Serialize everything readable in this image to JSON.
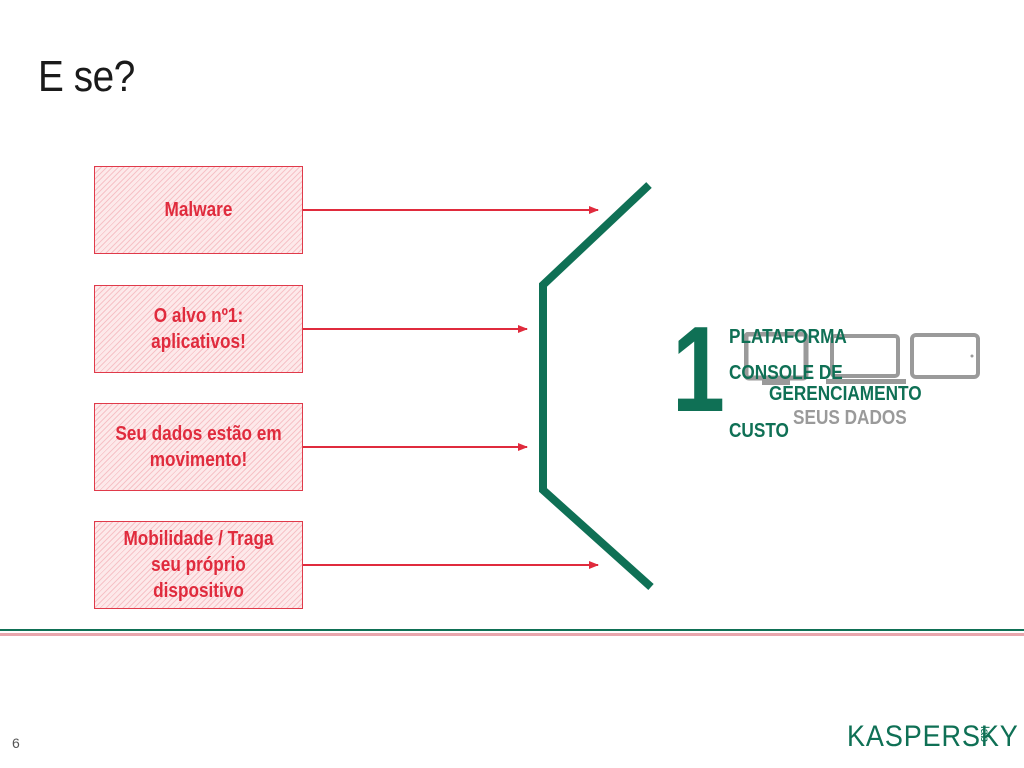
{
  "slide": {
    "title": "E se?",
    "page_number": "6"
  },
  "issues": [
    {
      "label": "Malware"
    },
    {
      "label": "O alvo nº1: aplicativos!"
    },
    {
      "label": "Seu dados estão em movimento!"
    },
    {
      "label": "Mobilidade / Traga seu próprio dispositivo"
    }
  ],
  "solution": {
    "number": "1",
    "items": [
      "PLATAFORMA",
      "CONSOLE DE",
      "GERENCIAMENTO",
      "CUSTO"
    ],
    "data_label": "SEUS DADOS"
  },
  "brand": {
    "logo_text": "KASPERSKY",
    "logo_suffix": "lab"
  },
  "colors": {
    "accent_red": "#e02b3d",
    "accent_green": "#0f7055",
    "device_gray": "#9a9a9a"
  },
  "icons": [
    "desktop-monitor-icon",
    "laptop-icon",
    "tablet-icon"
  ]
}
